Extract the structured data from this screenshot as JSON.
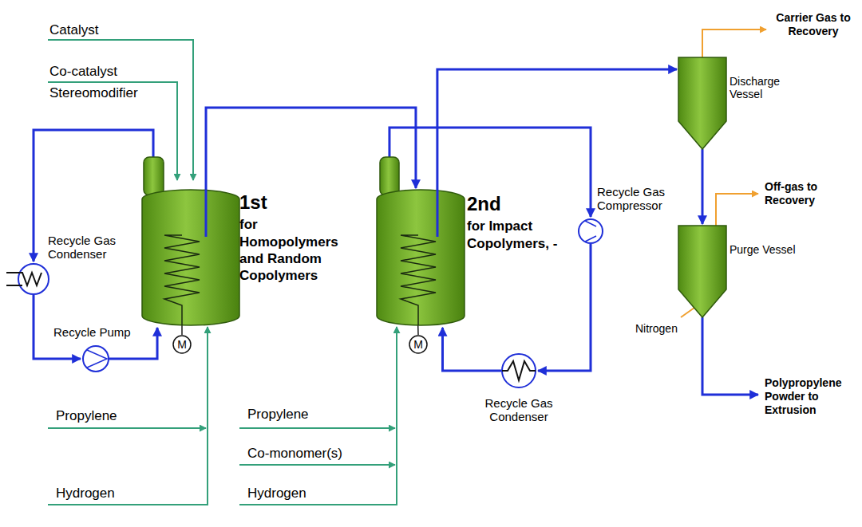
{
  "diagram": {
    "nodes": [
      {
        "text": [
          "1st",
          "for Homopolymers and Random Copolymers"
        ]
      },
      {
        "text": [
          "2nd",
          "for Impact Copolymers, -"
        ]
      },
      {
        "text": [
          "Discharge Vessel"
        ]
      },
      {
        "text": [
          "Purge Vessel"
        ]
      },
      {
        "text": [
          "Recycle Gas Condenser"
        ]
      },
      {
        "text": [
          "Recycle Pump"
        ]
      },
      {
        "text": [
          "M"
        ]
      },
      {
        "text": [
          "M"
        ]
      },
      {
        "text": [
          "Recycle Gas Compressor"
        ]
      },
      {
        "text": [
          "Recycle Gas Condenser"
        ]
      }
    ],
    "edges": [
      {
        "from": 0,
        "to": 1,
        "arrow": "to"
      },
      {
        "from": 1,
        "to": 2,
        "arrow": "to"
      },
      {
        "from": 2,
        "to": 3,
        "arrow": "to"
      },
      {
        "from": 0,
        "to": 4,
        "arrow": "to"
      },
      {
        "from": 4,
        "to": 5,
        "arrow": "to"
      },
      {
        "from": 5,
        "to": 0,
        "arrow": "to"
      },
      {
        "from": 1,
        "to": 8,
        "arrow": "to"
      },
      {
        "from": 8,
        "to": 9,
        "arrow": "to"
      },
      {
        "from": 9,
        "to": 1,
        "arrow": "to"
      },
      {
        "from": 0,
        "to": 6,
        "arrow": "none"
      },
      {
        "from": 1,
        "to": 7,
        "arrow": "none"
      }
    ],
    "labels": [
      "Catalyst",
      "Co-catalyst",
      "Stereomodifier",
      "Propylene",
      "Hydrogen",
      "Propylene",
      "Co-monomer(s)",
      "Hydrogen",
      "Carrier Gas to Recovery",
      "Off-gas to Recovery",
      "Nitrogen",
      "Polypropylene Powder to Extrusion"
    ]
  }
}
